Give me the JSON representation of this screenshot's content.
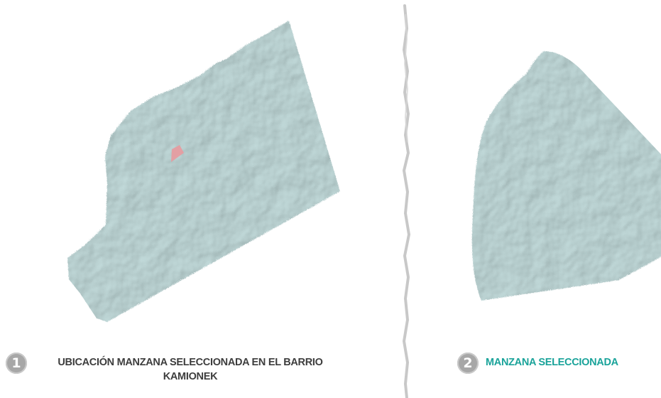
{
  "colors": {
    "map_fill": "#c6dfdf",
    "highlight": "#e89a9e",
    "caption_dark": "#3d3d3d",
    "caption_teal": "#1aa39a",
    "badge": "#a7a7a7",
    "divider": "#b5b5b5"
  },
  "left_panel": {
    "badge_number": "1",
    "caption": "UBICACIÓN MANZANA SELECCIONADA EN EL BARRIO KAMIONEK"
  },
  "right_panel": {
    "badge_number": "2",
    "caption": "MANZANA SELECCIONADA"
  }
}
